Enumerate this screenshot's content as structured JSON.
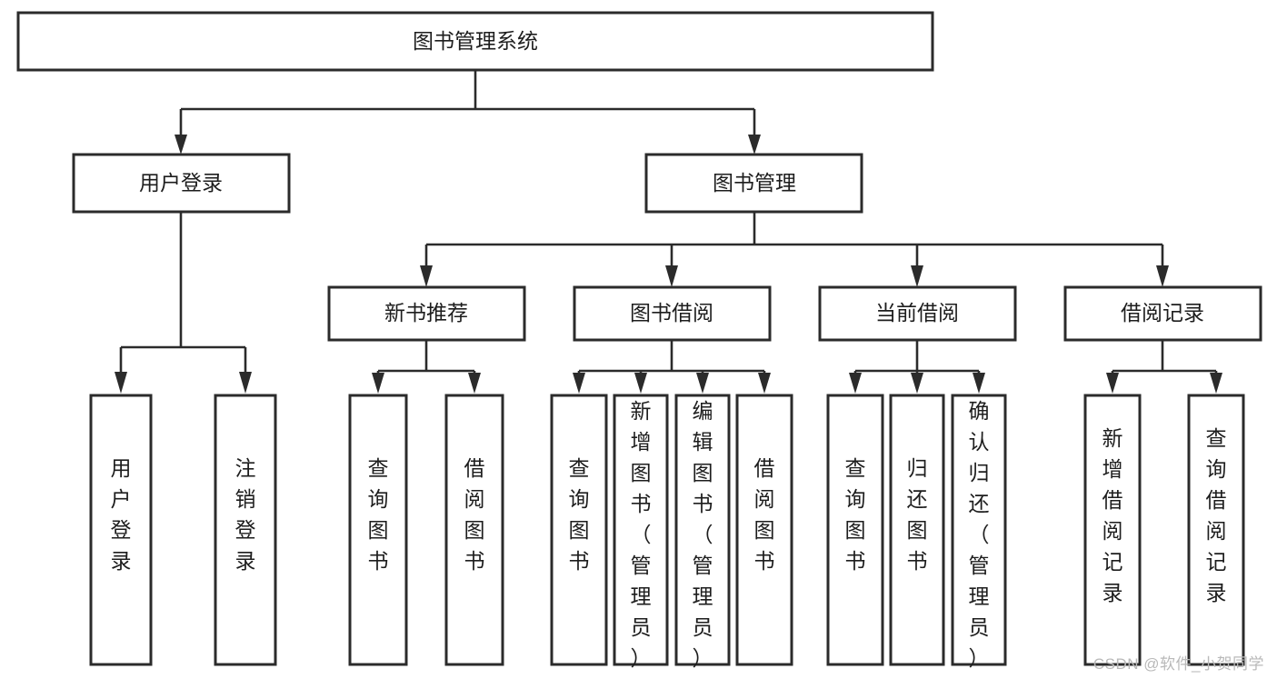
{
  "diagram": {
    "type": "tree",
    "title": "图书管理系统",
    "orientation": "top-down",
    "watermark": "CSDN @软件_小贺同学",
    "colors": {
      "stroke": "#2b2b2b",
      "fill": "#ffffff",
      "text": "#1d1d1d",
      "watermark": "#b9b9b9",
      "background": "#ffffff"
    },
    "nodes": {
      "root": {
        "label": "图书管理系统",
        "level": 0
      },
      "l1": [
        {
          "id": "user-login",
          "label": "用户登录"
        },
        {
          "id": "book-manage",
          "label": "图书管理"
        }
      ],
      "l2": [
        {
          "id": "new-book-rec",
          "label": "新书推荐",
          "parent": "book-manage"
        },
        {
          "id": "book-borrow",
          "label": "图书借阅",
          "parent": "book-manage"
        },
        {
          "id": "current-borrow",
          "label": "当前借阅",
          "parent": "book-manage"
        },
        {
          "id": "borrow-record",
          "label": "借阅记录",
          "parent": "book-manage"
        }
      ],
      "leaves": [
        {
          "id": "leaf-user-login",
          "label": "用户登录",
          "parent": "user-login"
        },
        {
          "id": "leaf-logout",
          "label": "注销登录",
          "parent": "user-login"
        },
        {
          "id": "leaf-query-book-1",
          "label": "查询图书",
          "parent": "new-book-rec"
        },
        {
          "id": "leaf-borrow-book-1",
          "label": "借阅图书",
          "parent": "new-book-rec"
        },
        {
          "id": "leaf-query-book-2",
          "label": "查询图书",
          "parent": "book-borrow"
        },
        {
          "id": "leaf-add-book",
          "label": "新增图书（管理员）",
          "parent": "book-borrow"
        },
        {
          "id": "leaf-edit-book",
          "label": "编辑图书（管理员）",
          "parent": "book-borrow"
        },
        {
          "id": "leaf-borrow-book-2",
          "label": "借阅图书",
          "parent": "book-borrow"
        },
        {
          "id": "leaf-query-book-3",
          "label": "查询图书",
          "parent": "current-borrow"
        },
        {
          "id": "leaf-return-book",
          "label": "归还图书",
          "parent": "current-borrow"
        },
        {
          "id": "leaf-confirm-return",
          "label": "确认归还（管理员）",
          "parent": "current-borrow"
        },
        {
          "id": "leaf-add-record",
          "label": "新增借阅记录",
          "parent": "borrow-record"
        },
        {
          "id": "leaf-query-record",
          "label": "查询借阅记录",
          "parent": "borrow-record"
        }
      ]
    }
  }
}
